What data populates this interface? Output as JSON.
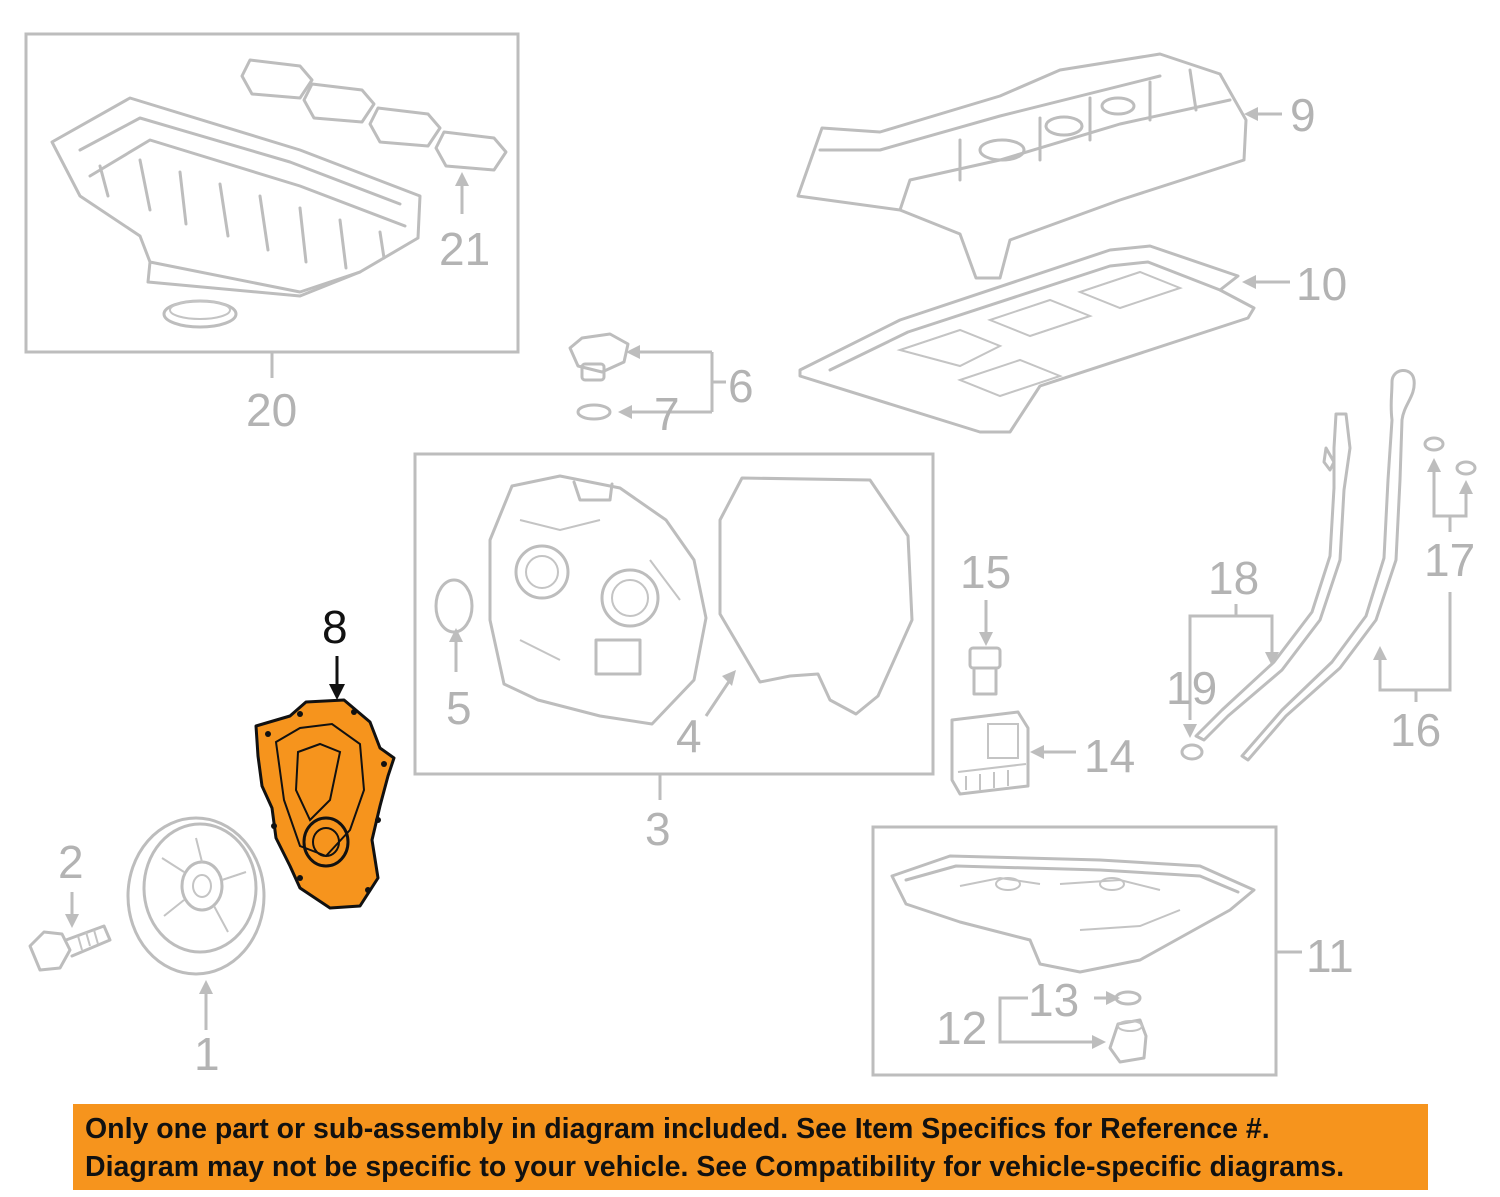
{
  "callouts": {
    "c1": "1",
    "c2": "2",
    "c3": "3",
    "c4": "4",
    "c5": "5",
    "c6": "6",
    "c7": "7",
    "c8": "8",
    "c9": "9",
    "c10": "10",
    "c11": "11",
    "c12": "12",
    "c13": "13",
    "c14": "14",
    "c15": "15",
    "c16": "16",
    "c17": "17",
    "c18": "18",
    "c19": "19",
    "c20": "20",
    "c21": "21"
  },
  "highlighted_part": "8",
  "colors": {
    "highlight_fill": "#f6941d",
    "banner_background": "#f6941d",
    "part_stroke": "#bdbdbd"
  },
  "notice": {
    "line1": "Only one part or sub-assembly in diagram included. See Item Specifics for Reference #.",
    "line2": "Diagram may not be specific to your vehicle. See Compatibility for vehicle-specific diagrams."
  }
}
